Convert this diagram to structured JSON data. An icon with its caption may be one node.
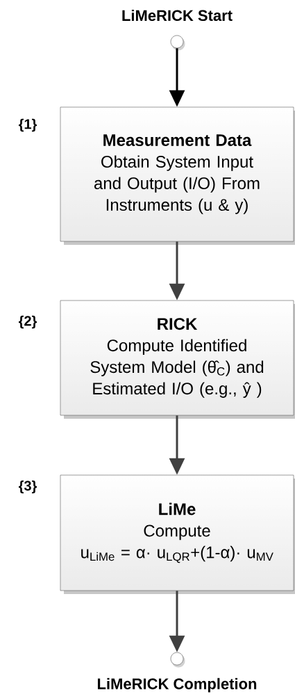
{
  "diagram": {
    "nodes": [
      {
        "text": [
          "LiMeRICK Start"
        ]
      },
      {
        "text": [
          "Measurement Data",
          "Obtain System Input and Output (I/O) From Instruments (u & y)"
        ],
        "beside": [
          "{1}"
        ]
      },
      {
        "text": [
          "RICK",
          "Compute Identified System Model (θ̂$_{C}$) and Estimated I/O (e.g., ŷ )"
        ],
        "beside": [
          "{2}"
        ]
      },
      {
        "text": [
          "LiMe",
          "Compute",
          "u$_{LiMe}$ = α· u$_{LQR}$+(1-α)· u$_{MV}$"
        ],
        "beside": [
          "{3}"
        ]
      },
      {
        "text": [
          "LiMeRICK Completion"
        ]
      }
    ],
    "edges": [
      {
        "from": 0,
        "to": 1,
        "arrow": "to",
        "color": "#000000"
      },
      {
        "from": 1,
        "to": 2,
        "arrow": "to"
      },
      {
        "from": 2,
        "to": 3,
        "arrow": "to"
      },
      {
        "from": 3,
        "to": 4,
        "arrow": "to"
      }
    ]
  }
}
